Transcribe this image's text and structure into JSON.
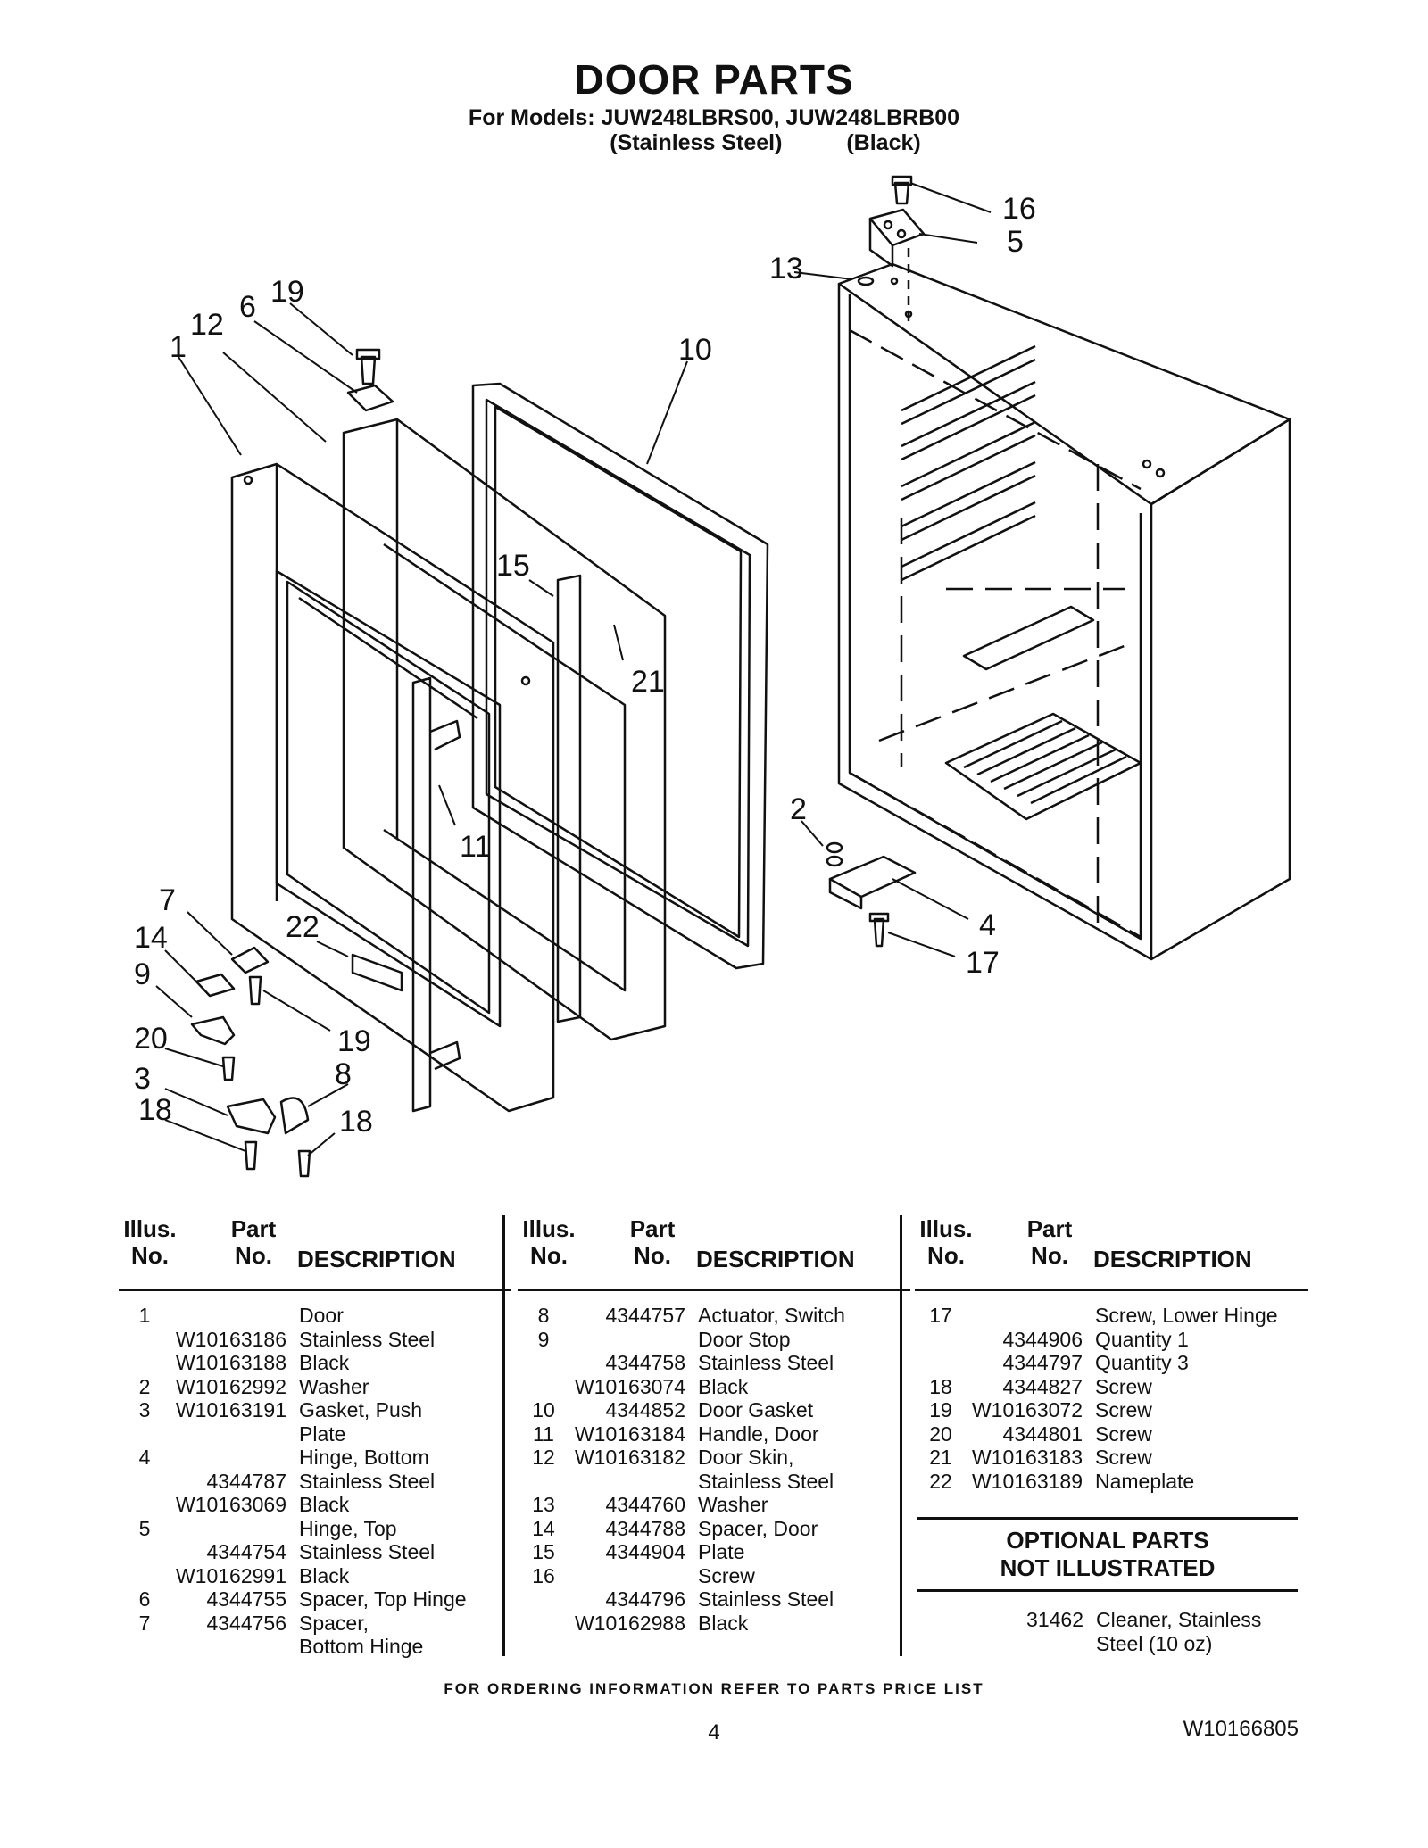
{
  "title": "DOOR PARTS",
  "models_line": "For Models: JUW248LBRS00, JUW248LBRB00",
  "finish_1": "(Stainless Steel)",
  "finish_2": "(Black)",
  "callouts": [
    "1",
    "12",
    "6",
    "19",
    "10",
    "16",
    "5",
    "13",
    "15",
    "21",
    "11",
    "2",
    "4",
    "17",
    "7",
    "14",
    "9",
    "22",
    "19",
    "20",
    "8",
    "3",
    "18",
    "18"
  ],
  "table_headers": {
    "illus": "Illus.\nNo.",
    "part": "Part\nNo.",
    "description": "DESCRIPTION"
  },
  "columns": [
    [
      {
        "illus": "1",
        "part": "",
        "desc": "Door"
      },
      {
        "illus": "",
        "part": "W10163186",
        "desc": "Stainless Steel"
      },
      {
        "illus": "",
        "part": "W10163188",
        "desc": "Black"
      },
      {
        "illus": "2",
        "part": "W10162992",
        "desc": "Washer"
      },
      {
        "illus": "3",
        "part": "W10163191",
        "desc": "Gasket, Push"
      },
      {
        "illus": "",
        "part": "",
        "desc": "Plate"
      },
      {
        "illus": "4",
        "part": "",
        "desc": "Hinge, Bottom"
      },
      {
        "illus": "",
        "part": "4344787",
        "desc": "Stainless Steel"
      },
      {
        "illus": "",
        "part": "W10163069",
        "desc": "Black"
      },
      {
        "illus": "5",
        "part": "",
        "desc": "Hinge, Top"
      },
      {
        "illus": "",
        "part": "4344754",
        "desc": "Stainless Steel"
      },
      {
        "illus": "",
        "part": "W10162991",
        "desc": "Black"
      },
      {
        "illus": "6",
        "part": "4344755",
        "desc": "Spacer, Top Hinge"
      },
      {
        "illus": "7",
        "part": "4344756",
        "desc": "Spacer,"
      },
      {
        "illus": "",
        "part": "",
        "desc": "Bottom Hinge"
      }
    ],
    [
      {
        "illus": "8",
        "part": "4344757",
        "desc": "Actuator, Switch"
      },
      {
        "illus": "9",
        "part": "",
        "desc": "Door Stop"
      },
      {
        "illus": "",
        "part": "4344758",
        "desc": "Stainless Steel"
      },
      {
        "illus": "",
        "part": "W10163074",
        "desc": "Black"
      },
      {
        "illus": "10",
        "part": "4344852",
        "desc": "Door Gasket"
      },
      {
        "illus": "11",
        "part": "W10163184",
        "desc": "Handle, Door"
      },
      {
        "illus": "12",
        "part": "W10163182",
        "desc": "Door Skin,"
      },
      {
        "illus": "",
        "part": "",
        "desc": "Stainless Steel"
      },
      {
        "illus": "13",
        "part": "4344760",
        "desc": "Washer"
      },
      {
        "illus": "14",
        "part": "4344788",
        "desc": "Spacer, Door"
      },
      {
        "illus": "15",
        "part": "4344904",
        "desc": "Plate"
      },
      {
        "illus": "16",
        "part": "",
        "desc": "Screw"
      },
      {
        "illus": "",
        "part": "4344796",
        "desc": "Stainless Steel"
      },
      {
        "illus": "",
        "part": "W10162988",
        "desc": "Black"
      }
    ],
    [
      {
        "illus": "17",
        "part": "",
        "desc": "Screw, Lower Hinge"
      },
      {
        "illus": "",
        "part": "4344906",
        "desc": "Quantity 1"
      },
      {
        "illus": "",
        "part": "4344797",
        "desc": "Quantity 3"
      },
      {
        "illus": "18",
        "part": "4344827",
        "desc": "Screw"
      },
      {
        "illus": "19",
        "part": "W10163072",
        "desc": "Screw"
      },
      {
        "illus": "20",
        "part": "4344801",
        "desc": "Screw"
      },
      {
        "illus": "21",
        "part": "W10163183",
        "desc": "Screw"
      },
      {
        "illus": "22",
        "part": "W10163189",
        "desc": "Nameplate"
      }
    ]
  ],
  "optional": {
    "heading_1": "OPTIONAL PARTS",
    "heading_2": "NOT ILLUSTRATED",
    "part": "31462",
    "desc": "Cleaner, Stainless\nSteel (10 oz)"
  },
  "footer": "FOR ORDERING INFORMATION REFER TO PARTS PRICE LIST",
  "page_number": "4",
  "doc_number": "W10166805"
}
